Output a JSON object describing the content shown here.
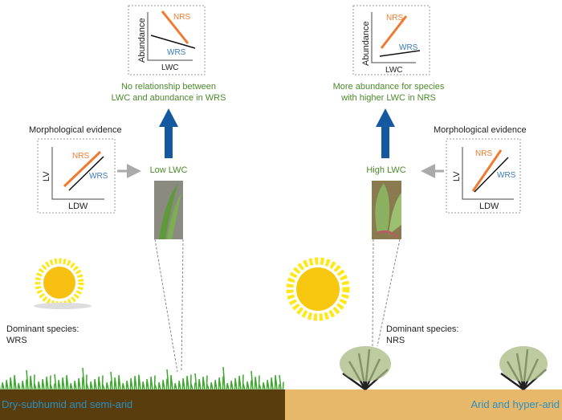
{
  "left": {
    "top_chart": {
      "ylabel": "Abundance",
      "xlabel": "LWC",
      "series": [
        "NRS",
        "WRS"
      ]
    },
    "conclusion": [
      "No relationship between",
      "LWC and abundance in WRS"
    ],
    "morph_title": "Morphological evidence",
    "morph_chart": {
      "ylabel": "LV",
      "xlabel": "LDW",
      "series": [
        "NRS",
        "WRS"
      ]
    },
    "trait": "Low LWC",
    "dominant_label": "Dominant species:",
    "dominant_value": "WRS",
    "region": "Dry-subhumid and semi-arid"
  },
  "right": {
    "top_chart": {
      "ylabel": "Abundance",
      "xlabel": "LWC",
      "series": [
        "NRS",
        "WRS"
      ]
    },
    "conclusion": [
      "More abundance for species",
      "with  higher LWC in NRS"
    ],
    "morph_title": "Morphological evidence",
    "morph_chart": {
      "ylabel": "LV",
      "xlabel": "LDW",
      "series": [
        "NRS",
        "WRS"
      ]
    },
    "trait": "High LWC",
    "dominant_label": "Dominant species:",
    "dominant_value": "NRS",
    "region": "Arid and hyper-arid"
  },
  "colors": {
    "nrs": "#f07a30",
    "wrs": "#3a7ab8",
    "arrow": "#1458a0",
    "green_text": "#4a8a2a",
    "soil_dark": "#5a3d0c",
    "soil_light": "#e8b86a"
  }
}
